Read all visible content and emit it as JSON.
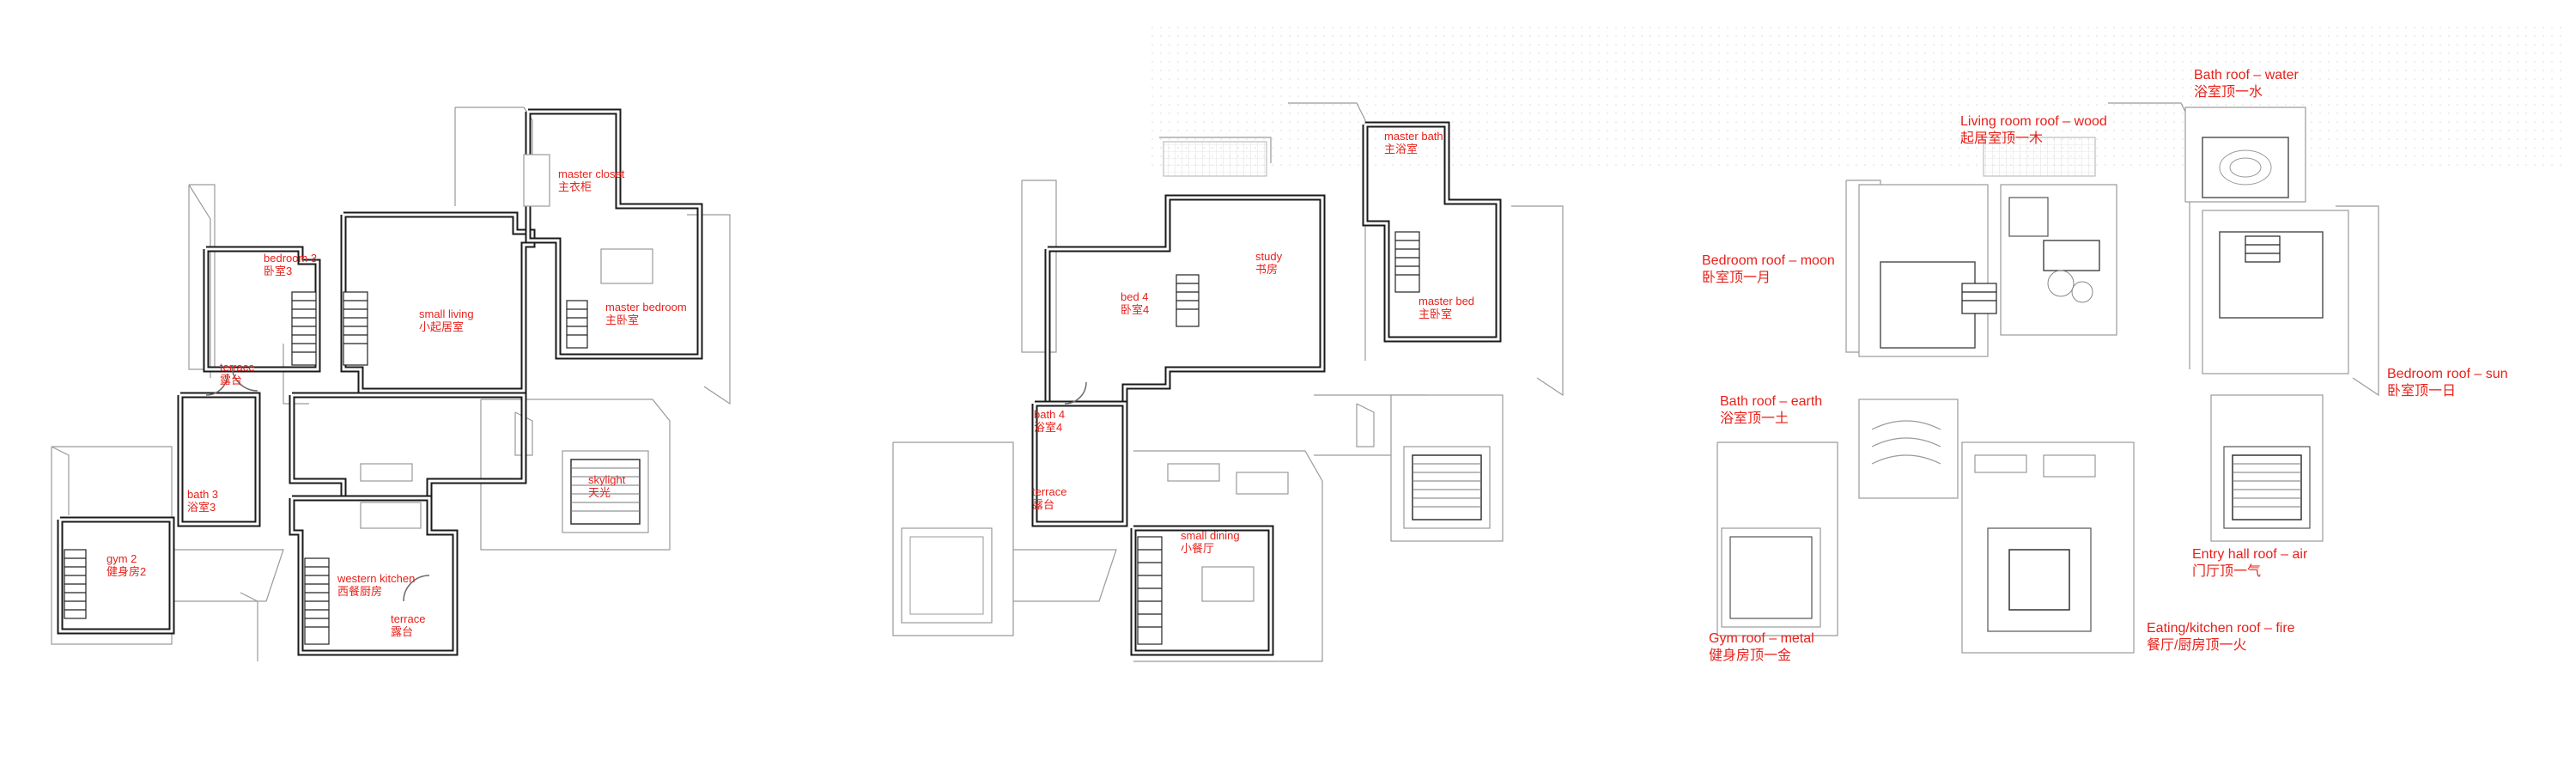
{
  "plans": [
    {
      "id": "floor-1",
      "labels": [
        {
          "en": "master closet",
          "zh": "主衣柜"
        },
        {
          "en": "bedroom 3",
          "zh": "卧室3"
        },
        {
          "en": "small living",
          "zh": "小起居室"
        },
        {
          "en": "master bedroom",
          "zh": "主卧室"
        },
        {
          "en": "terrace",
          "zh": "露台"
        },
        {
          "en": "bath 3",
          "zh": "浴室3"
        },
        {
          "en": "skylight",
          "zh": "天光"
        },
        {
          "en": "gym 2",
          "zh": "健身房2"
        },
        {
          "en": "western kitchen",
          "zh": "西餐厨房"
        },
        {
          "en": "terrace",
          "zh": "露台"
        }
      ]
    },
    {
      "id": "floor-2",
      "labels": [
        {
          "en": "master bath",
          "zh": "主浴室"
        },
        {
          "en": "study",
          "zh": "书房"
        },
        {
          "en": "bed 4",
          "zh": "卧室4"
        },
        {
          "en": "master bed",
          "zh": "主卧室"
        },
        {
          "en": "bath 4",
          "zh": "浴室4"
        },
        {
          "en": "terrace",
          "zh": "露台"
        },
        {
          "en": "small dining",
          "zh": "小餐厅"
        }
      ]
    },
    {
      "id": "roof",
      "labels": [
        {
          "en": "Bath roof – water",
          "zh": "浴室顶一水"
        },
        {
          "en": "Living room roof – wood",
          "zh": "起居室顶一木"
        },
        {
          "en": "Bedroom roof – moon",
          "zh": "卧室顶一月"
        },
        {
          "en": "Bedroom roof – sun",
          "zh": "卧室顶一日"
        },
        {
          "en": "Bath roof – earth",
          "zh": "浴室顶一土"
        },
        {
          "en": "Entry hall roof – air",
          "zh": "门厅顶一气"
        },
        {
          "en": "Gym roof – metal",
          "zh": "健身房顶一金"
        },
        {
          "en": "Eating/kitchen roof – fire",
          "zh": "餐厅/厨房顶一火"
        }
      ]
    }
  ],
  "colors": {
    "label": "#e8201a",
    "wall": "#1a1a1a",
    "line": "#9a9a9a"
  }
}
